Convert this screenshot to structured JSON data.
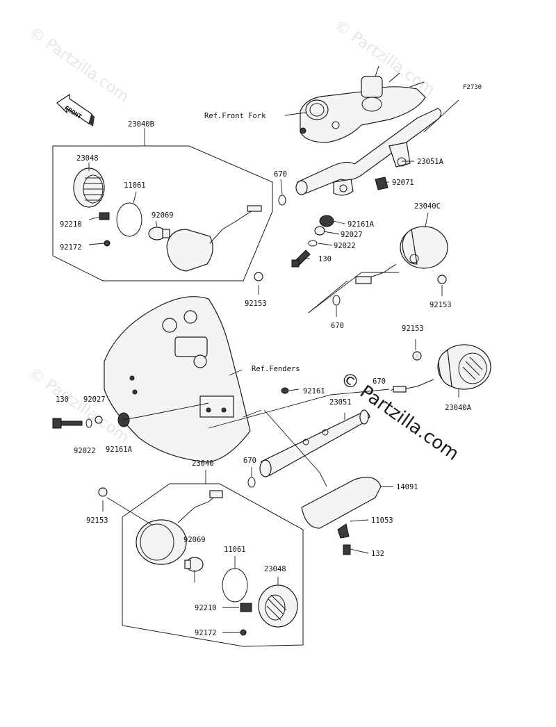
{
  "figure_code": "F2730",
  "front_arrow": "FRONT",
  "watermark": "© Partzilla.com",
  "watermark_main": "© Partzilla.com",
  "refs": {
    "front_fork": "Ref.Front Fork",
    "fenders": "Ref.Fenders"
  },
  "labels": {
    "p23040B": "23040B",
    "p23048_top": "23048",
    "p11061_top": "11061",
    "p92069_top": "92069",
    "p92210_top": "92210",
    "p92172_top": "92172",
    "p670_top": "670",
    "p92153_top": "92153",
    "p23051A": "23051A",
    "p92071": "92071",
    "p92161A_top": "92161A",
    "p92027_top": "92027",
    "p92022_top": "92022",
    "p130_top": "130",
    "p23040C": "23040C",
    "p92153_right": "92153",
    "p670_mid": "670",
    "p92153_midright": "92153",
    "p670_right": "670",
    "p23040A": "23040A",
    "p92161": "92161",
    "p23051": "23051",
    "p130_left": "130",
    "p92027_left": "92027",
    "p92022_left": "92022",
    "p92161A_left": "92161A",
    "p23040": "23040",
    "p670_low": "670",
    "p92153_low": "92153",
    "p14091": "14091",
    "p11053": "11053",
    "p132": "132",
    "p92069_low": "92069",
    "p11061_low": "11061",
    "p23048_low": "23048",
    "p92210_low": "92210",
    "p92172_low": "92172"
  }
}
